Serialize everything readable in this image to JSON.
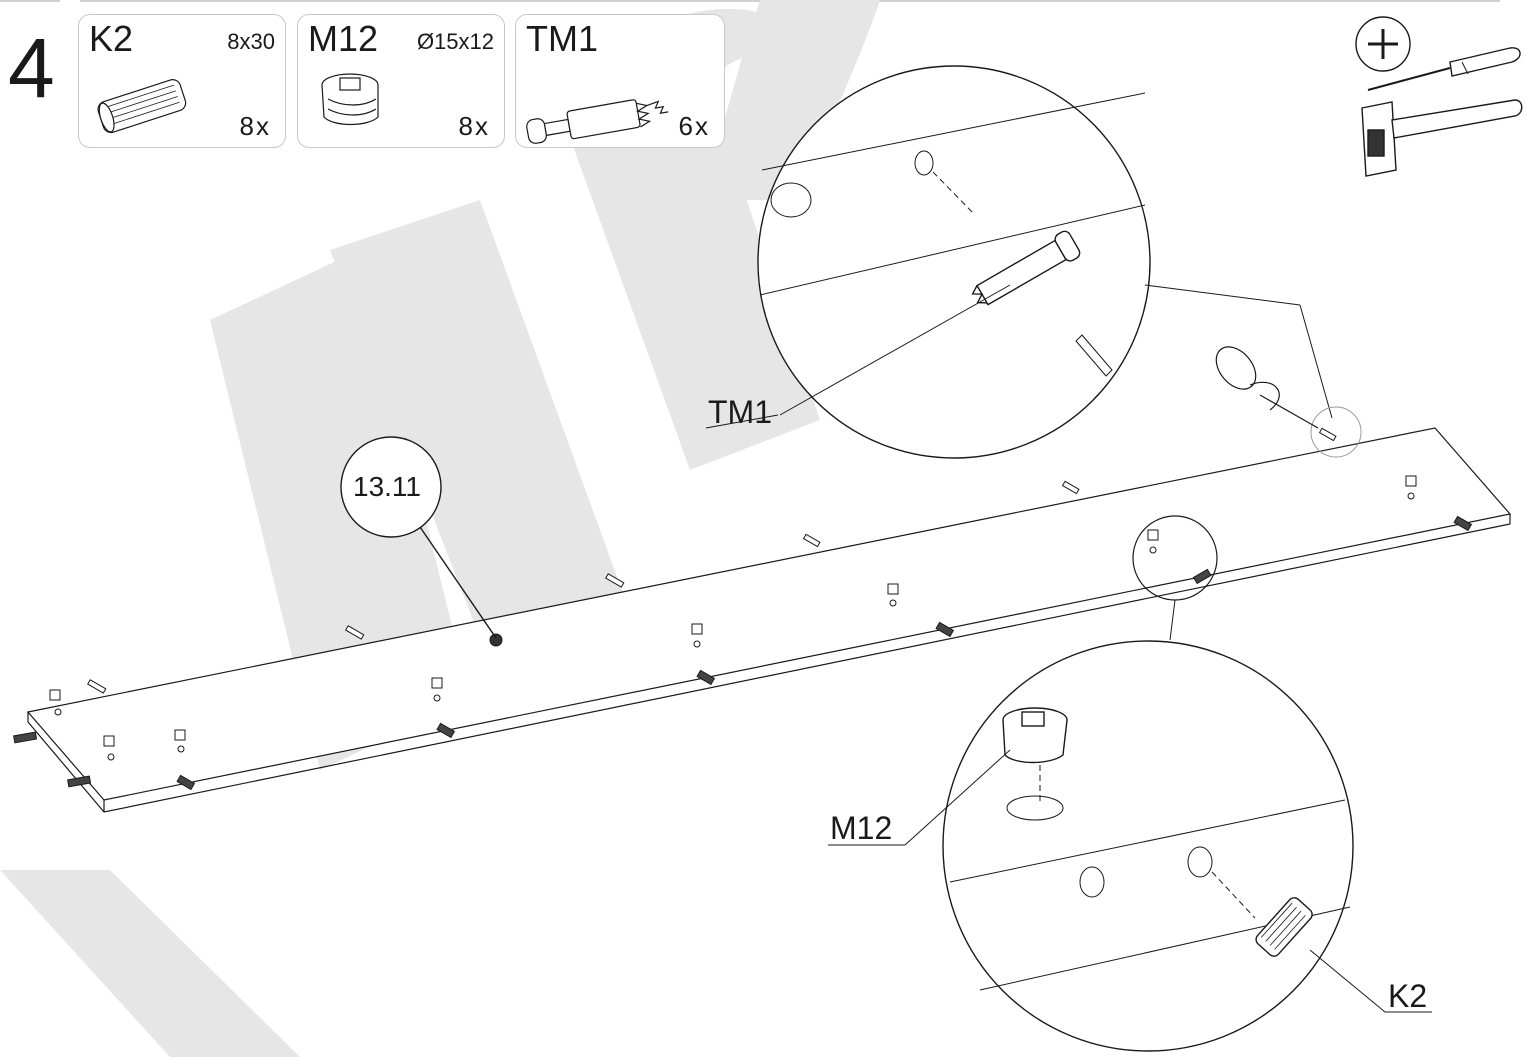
{
  "step": {
    "number": "4"
  },
  "parts": [
    {
      "code": "K2",
      "dimension": "8x30",
      "quantity": "8x",
      "icon": "dowel-icon"
    },
    {
      "code": "M12",
      "dimension": "Ø15x12",
      "quantity": "8x",
      "icon": "cam-lock-icon"
    },
    {
      "code": "TM1",
      "dimension": "",
      "quantity": "6x",
      "icon": "cam-bolt-icon"
    }
  ],
  "tools": [
    {
      "icon": "phillips-plus-icon"
    },
    {
      "icon": "screwdriver-icon"
    },
    {
      "icon": "hammer-icon"
    }
  ],
  "callouts": {
    "tm1": "TM1",
    "m12": "M12",
    "k2": "K2"
  },
  "reference": {
    "label": "13.11"
  },
  "watermark": {
    "text": "wNISC",
    "color": "#e6e6e6"
  },
  "colors": {
    "line": "#1a1a1a",
    "card_border": "#c8c8c8"
  }
}
